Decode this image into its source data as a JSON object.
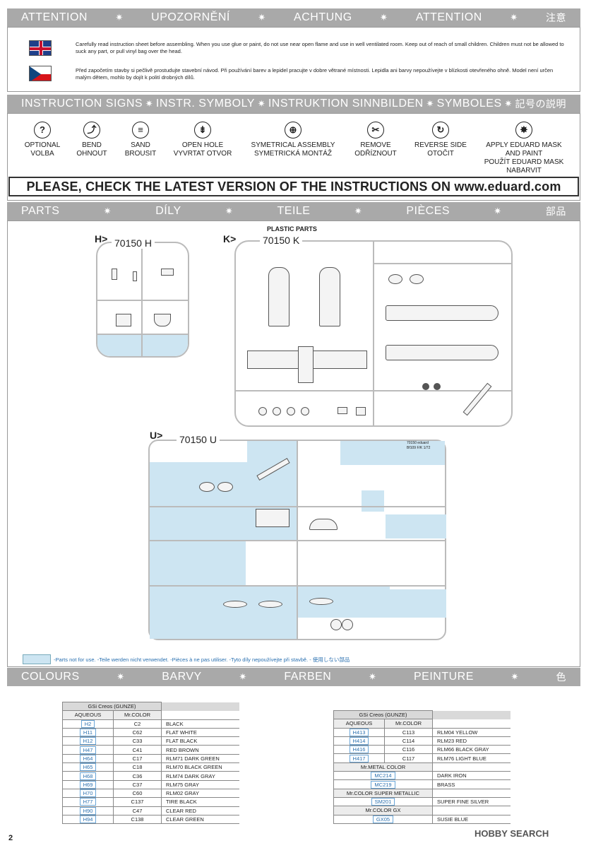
{
  "attention": {
    "items": [
      "ATTENTION",
      "UPOZORNĚNÍ",
      "ACHTUNG",
      "ATTENTION",
      "注意"
    ],
    "star": "✷",
    "text_en": "Carefully read instruction sheet before assembling. When you use glue or paint, do not use near open flame and use in well ventilated room. Keep out of reach of small children. Children must not be allowed to suck any part, or pull vinyl bag over the head.",
    "text_cz": "Před započetím stavby si pečlivě prostudujte stavební návod. Při používání barev a lepidel pracujte v dobre větrané místnosti. Lepidla ani barvy nepoužívejte v blízkosti otevřeného ohně. Model není určen malým dětem, mohlo by dojít k polití drobných dílů."
  },
  "signs_band": {
    "items": [
      "INSTRUCTION SIGNS",
      "INSTR. SYMBOLY",
      "INSTRUKTION SINNBILDEN",
      "SYMBOLES",
      "記号の説明"
    ]
  },
  "signs": [
    {
      "icon": "question-icon",
      "glyph": "?",
      "label": "OPTIONAL\nVOLBA"
    },
    {
      "icon": "bend-arrow-icon",
      "glyph": "⤴",
      "label": "BEND\nOHNOUT"
    },
    {
      "icon": "sand-icon",
      "glyph": "≡",
      "label": "SAND\nBROUSIT"
    },
    {
      "icon": "drill-icon",
      "glyph": "⇟",
      "label": "OPEN HOLE\nVYVRTAT OTVOR"
    },
    {
      "icon": "symmetric-icon",
      "glyph": "⊕",
      "label": "SYMETRICAL ASSEMBLY\nSYMETRICKÁ MONTÁŽ"
    },
    {
      "icon": "remove-icon",
      "glyph": "✂",
      "label": "REMOVE\nODŘÍZNOUT"
    },
    {
      "icon": "reverse-icon",
      "glyph": "↻",
      "label": "REVERSE SIDE\nOTOČIT"
    },
    {
      "icon": "mask-icon",
      "glyph": "✸",
      "label": "APPLY EDUARD MASK\nAND PAINT\nPOUŽÍT EDUARD MASK\nNABARVIT"
    }
  ],
  "check_banner": "PLEASE, CHECK THE LATEST VERSION OF THE INSTRUCTIONS ON www.eduard.com",
  "parts_band": {
    "items": [
      "PARTS",
      "DÍLY",
      "TEILE",
      "PIÈCES",
      "部品"
    ]
  },
  "sprues": {
    "h_tag": "H>",
    "h_code": "70150 H",
    "k_tag": "K>",
    "k_code": "70150 K",
    "k_title": "PLASTIC PARTS",
    "u_tag": "U>",
    "u_code": "70150 U",
    "u_label": "70150   eduard\nBf109 F/K  1/72"
  },
  "legend": "-Parts not for use. -Teile werden nicht verwendet. -Pièces à ne pas utiliser. -Tyto díly nepoužívejte při stavbě. -   使用しない部品",
  "colours_band": {
    "items": [
      "COLOURS",
      "BARVY",
      "FARBEN",
      "PEINTURE",
      "色"
    ]
  },
  "colors_left": {
    "header": "GSi Creos (GUNZE)",
    "sub": [
      "AQUEOUS",
      "Mr.COLOR"
    ],
    "rows": [
      {
        "aq": "H2",
        "mr": "C2",
        "name": "BLACK"
      },
      {
        "aq": "H11",
        "mr": "C62",
        "name": "FLAT WHITE"
      },
      {
        "aq": "H12",
        "mr": "C33",
        "name": "FLAT BLACK"
      },
      {
        "aq": "H47",
        "mr": "C41",
        "name": "RED BROWN"
      },
      {
        "aq": "H64",
        "mr": "C17",
        "name": "RLM71 DARK GREEN"
      },
      {
        "aq": "H65",
        "mr": "C18",
        "name": "RLM70 BLACK GREEN"
      },
      {
        "aq": "H68",
        "mr": "C36",
        "name": "RLM74 DARK GRAY"
      },
      {
        "aq": "H69",
        "mr": "C37",
        "name": "RLM75 GRAY"
      },
      {
        "aq": "H70",
        "mr": "C60",
        "name": "RLM02 GRAY"
      },
      {
        "aq": "H77",
        "mr": "C137",
        "name": "TIRE BLACK"
      },
      {
        "aq": "H90",
        "mr": "C47",
        "name": "CLEAR RED"
      },
      {
        "aq": "H94",
        "mr": "C138",
        "name": "CLEAR GREEN"
      }
    ]
  },
  "colors_right": {
    "header": "GSi Creos (GUNZE)",
    "sub": [
      "AQUEOUS",
      "Mr.COLOR"
    ],
    "rows": [
      {
        "aq": "H413",
        "mr": "C113",
        "name": "RLM04 YELLOW"
      },
      {
        "aq": "H414",
        "mr": "C114",
        "name": "RLM23 RED"
      },
      {
        "aq": "H416",
        "mr": "C116",
        "name": "RLM66 BLACK GRAY"
      },
      {
        "aq": "H417",
        "mr": "C117",
        "name": "RLM76 LIGHT BLUE"
      }
    ],
    "metal_header": "Mr.METAL COLOR",
    "metal_rows": [
      {
        "code": "MC214",
        "name": "DARK IRON"
      },
      {
        "code": "MC219",
        "name": "BRASS"
      }
    ],
    "super_header": "Mr.COLOR SUPER METALLIC",
    "super_rows": [
      {
        "code": "SM201",
        "name": "SUPER FINE SILVER"
      }
    ],
    "gx_header": "Mr.COLOR GX",
    "gx_rows": [
      {
        "code": "GX05",
        "name": "SUSIE BLUE"
      }
    ]
  },
  "page_number": "2",
  "watermark": "HOBBY SEARCH"
}
